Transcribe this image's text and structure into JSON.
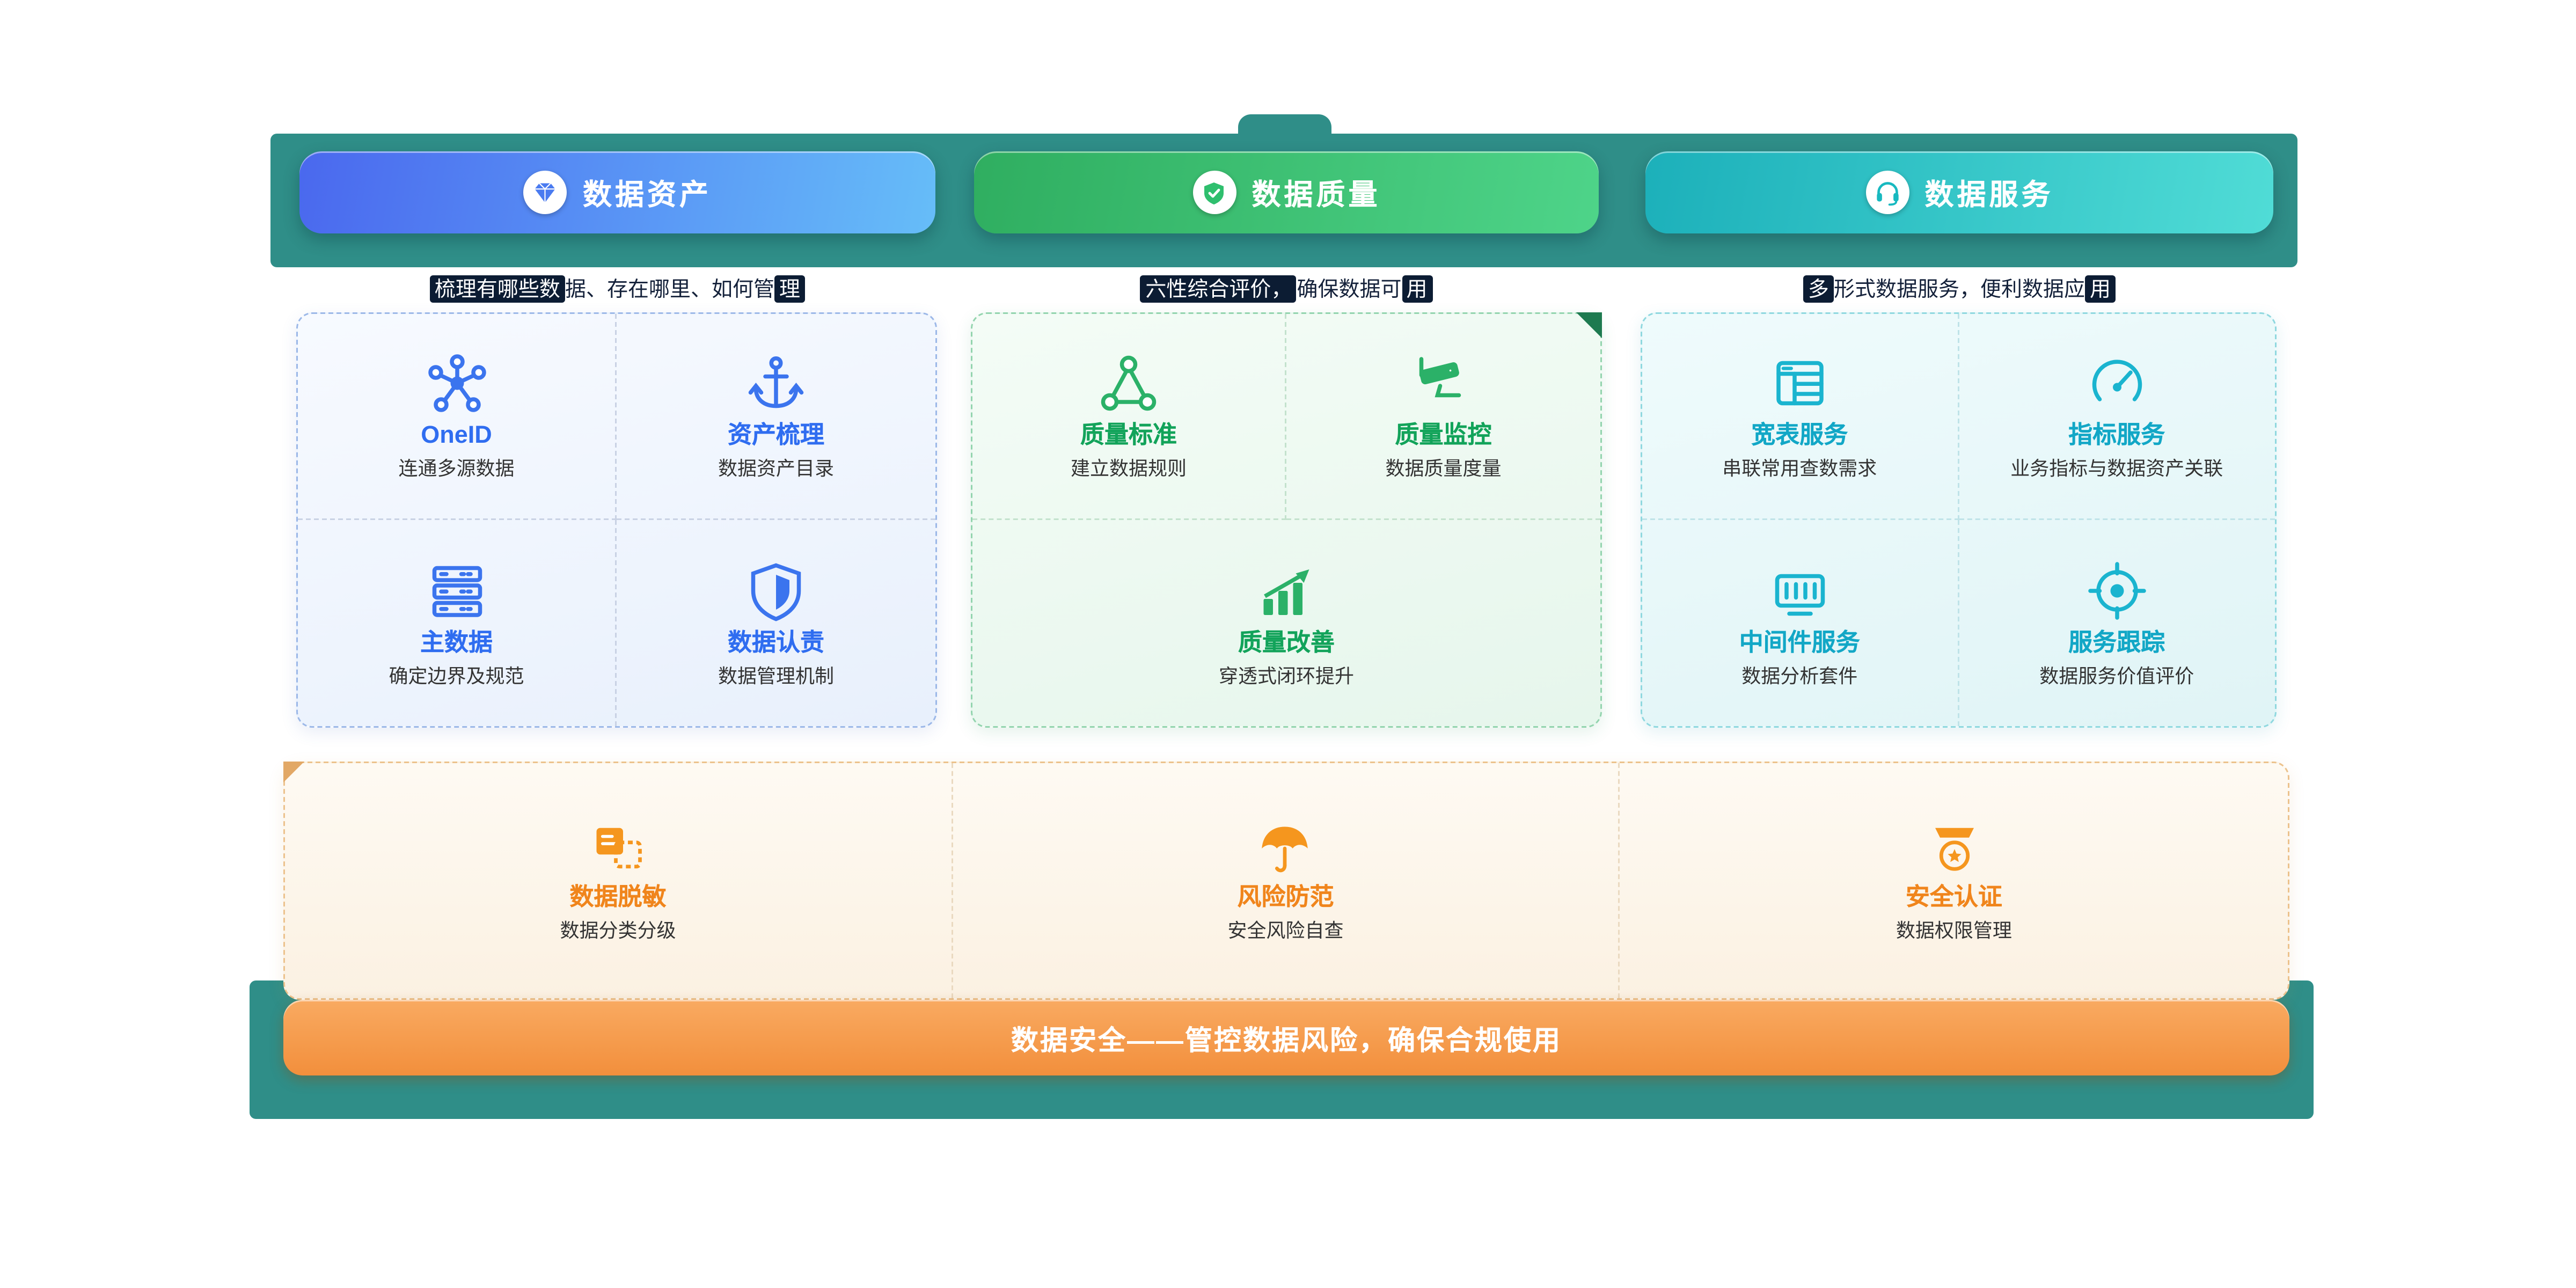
{
  "header": {
    "tabs": [
      {
        "label": "数据资产",
        "icon": "gem-icon",
        "subtitle_lead": "梳理有哪些数",
        "subtitle_mid": "据、存在哪里、如何管",
        "subtitle_tail": "理",
        "accent": "#3b74ee"
      },
      {
        "label": "数据质量",
        "icon": "shield-check-icon",
        "subtitle_lead": "六性综合评价，",
        "subtitle_mid": "确保数据可",
        "subtitle_tail": "用",
        "accent": "#2bb168"
      },
      {
        "label": "数据服务",
        "icon": "headset-icon",
        "subtitle_lead": "多",
        "subtitle_mid": "形式数据服务，便利数据应",
        "subtitle_tail": "用",
        "accent": "#1ab4cf"
      }
    ]
  },
  "sections": {
    "assets": {
      "items": [
        {
          "title": "OneID",
          "subtitle": "连通多源数据",
          "icon": "network-nodes-icon"
        },
        {
          "title": "资产梳理",
          "subtitle": "数据资产目录",
          "icon": "anchor-icon"
        },
        {
          "title": "主数据",
          "subtitle": "确定边界及规范",
          "icon": "server-stack-icon"
        },
        {
          "title": "数据认责",
          "subtitle": "数据管理机制",
          "icon": "shield-icon"
        }
      ]
    },
    "quality": {
      "items": [
        {
          "title": "质量标准",
          "subtitle": "建立数据规则",
          "icon": "linked-nodes-icon"
        },
        {
          "title": "质量监控",
          "subtitle": "数据质量度量",
          "icon": "cctv-camera-icon"
        },
        {
          "title": "质量改善",
          "subtitle": "穿透式闭环提升",
          "icon": "rising-chart-icon"
        }
      ]
    },
    "services": {
      "items": [
        {
          "title": "宽表服务",
          "subtitle": "串联常用查数需求",
          "icon": "table-icon"
        },
        {
          "title": "指标服务",
          "subtitle": "业务指标与数据资产关联",
          "icon": "gauge-icon"
        },
        {
          "title": "中间件服务",
          "subtitle": "数据分析套件",
          "icon": "middleware-icon"
        },
        {
          "title": "服务跟踪",
          "subtitle": "数据服务价值评价",
          "icon": "target-icon"
        }
      ]
    },
    "security": {
      "items": [
        {
          "title": "数据脱敏",
          "subtitle": "数据分类分级",
          "icon": "masked-card-icon"
        },
        {
          "title": "风险防范",
          "subtitle": "安全风险自查",
          "icon": "umbrella-icon"
        },
        {
          "title": "安全认证",
          "subtitle": "数据权限管理",
          "icon": "award-badge-icon"
        }
      ]
    }
  },
  "banner": {
    "text": "数据安全——管控数据风险，确保合规使用"
  },
  "colors": {
    "band_teal": "#2f8e88",
    "blue_accent": "#3b74ee",
    "green_accent": "#2bb168",
    "cyan_accent": "#1ab4cf",
    "orange_accent": "#f0851c",
    "highlight_dark": "#0c1c33"
  }
}
